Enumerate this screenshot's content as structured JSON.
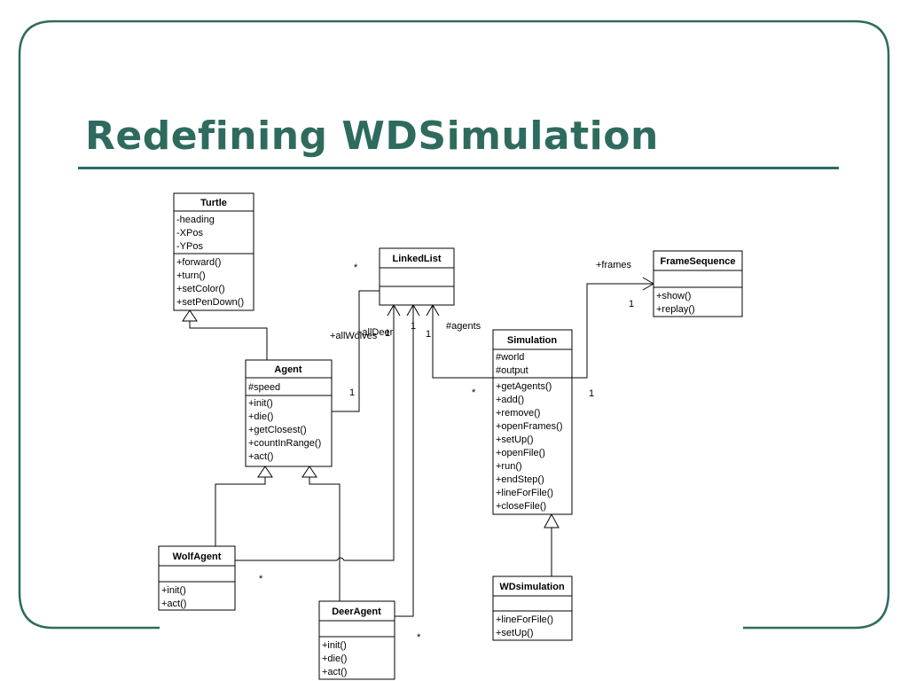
{
  "slide": {
    "title": "Redefining WDSimulation"
  },
  "classes": {
    "turtle": {
      "name": "Turtle",
      "attributes": [
        "-heading",
        "-XPos",
        "-YPos"
      ],
      "methods": [
        "+forward()",
        "+turn()",
        "+setColor()",
        "+setPenDown()"
      ]
    },
    "linkedlist": {
      "name": "LinkedList",
      "attributes": [],
      "methods": []
    },
    "framesequence": {
      "name": "FrameSequence",
      "attributes": [],
      "methods": [
        "+show()",
        "+replay()"
      ]
    },
    "agent": {
      "name": "Agent",
      "attributes": [
        "#speed"
      ],
      "methods": [
        "+init()",
        "+die()",
        "+getClosest()",
        "+countInRange()",
        "+act()"
      ]
    },
    "simulation": {
      "name": "Simulation",
      "attributes": [
        "#world",
        "#output"
      ],
      "methods": [
        "+getAgents()",
        "+add()",
        "+remove()",
        "+openFrames()",
        "+setUp()",
        "+openFile()",
        "+run()",
        "+endStep()",
        "+lineForFile()",
        "+closeFile()"
      ]
    },
    "wolfagent": {
      "name": "WolfAgent",
      "attributes": [],
      "methods": [
        "+init()",
        "+act()"
      ]
    },
    "deeragent": {
      "name": "DeerAgent",
      "attributes": [],
      "methods": [
        "+init()",
        "+die()",
        "+act()"
      ]
    },
    "wdsimulation": {
      "name": "WDsimulation",
      "attributes": [],
      "methods": [
        "+lineForFile()",
        "+setUp()"
      ]
    }
  },
  "labels": {
    "frames": "+frames",
    "frames_mult": "1",
    "agents": "#agents",
    "allwolves": "+allWolves",
    "alldeer": "+allDeer",
    "linkedlist_star": "*",
    "agent_one": "1",
    "wolves_one": "1",
    "deer_one": "1",
    "agents_one": "1",
    "sim_star": "*",
    "sim_one": "1",
    "wolf_star": "*",
    "deer_star": "*"
  }
}
